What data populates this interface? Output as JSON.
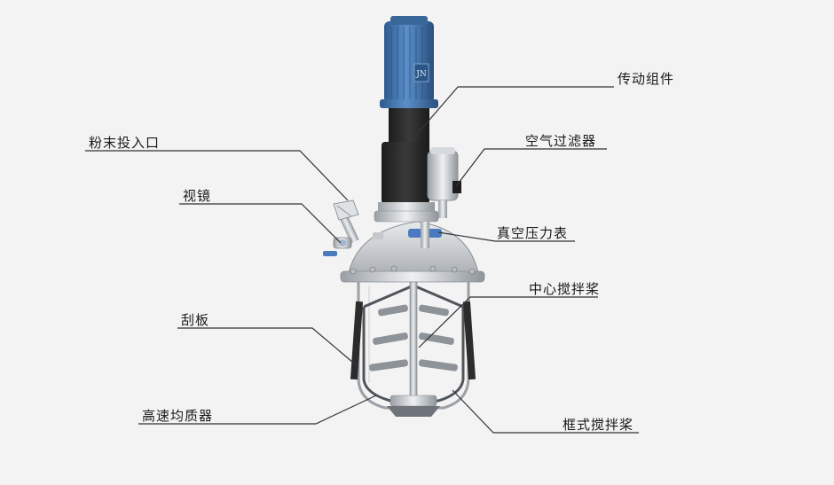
{
  "labels": {
    "transmission": "传动组件",
    "powder_inlet": "粉末投入口",
    "air_filter": "空气过滤器",
    "sight_glass": "视镜",
    "vacuum_gauge": "真空压力表",
    "center_agitator": "中心搅拌桨",
    "scraper": "刮板",
    "homogenizer": "高速均质器",
    "frame_agitator": "框式搅拌桨"
  },
  "motor_badge": "JN",
  "colors": {
    "motor_blue": "#3d6fa8",
    "steel": "#c9cdd2",
    "dark_cover": "#2a2a2a",
    "leader_line": "#333333",
    "accent_blue": "#4a7bc0",
    "background": "#f3f3f3"
  }
}
